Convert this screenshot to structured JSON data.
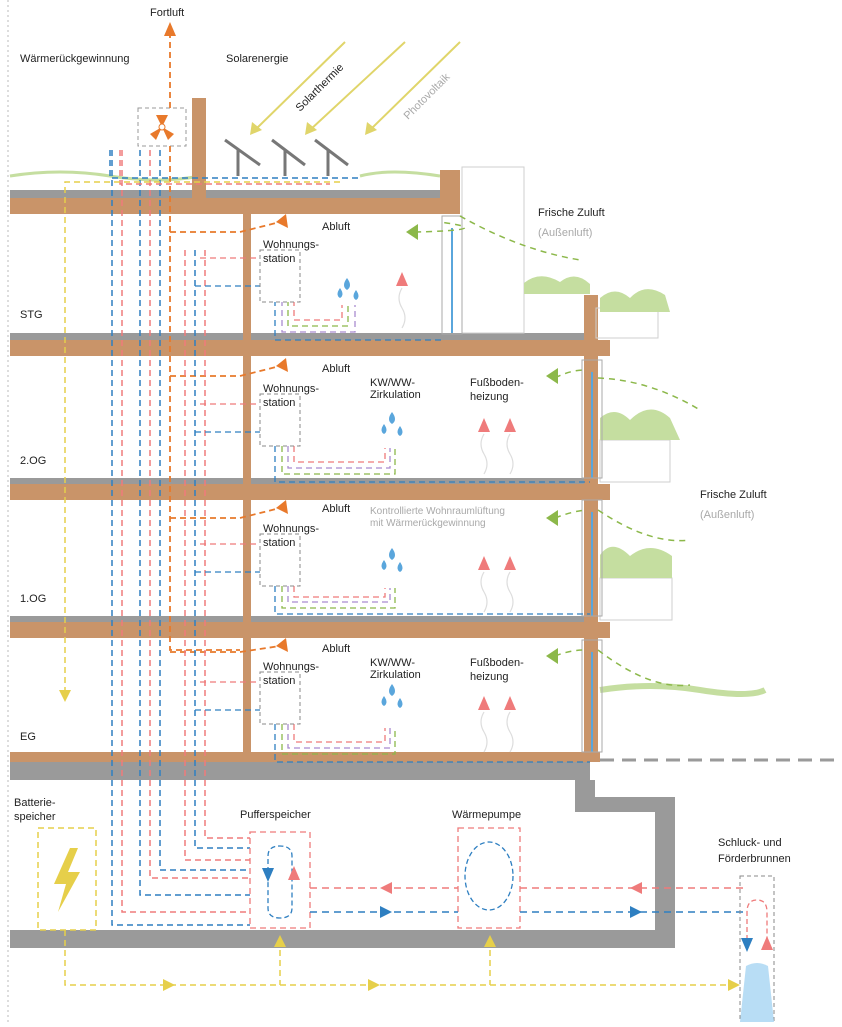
{
  "labels": {
    "fortluft": "Fortluft",
    "waermerueck": "Wärmerückgewinnung",
    "solarenergie": "Solarenergie",
    "solarthermie": "Solarthermie",
    "photovoltaik": "Photovoltaik",
    "frische_zuluft": "Frische Zuluft",
    "aussenluft": "(Außenluft)",
    "abluft": "Abluft",
    "wohnungs": "Wohnungs-",
    "station": "station",
    "kwww": "KW/WW-",
    "zirkulation": "Zirkulation",
    "fussboden": "Fußboden-",
    "heizung": "heizung",
    "kontrolliert1": "Kontrollierte Wohnraumlüftung",
    "kontrolliert2": "mit Wärmerückgewinnung",
    "batterie1": "Batterie-",
    "batterie2": "speicher",
    "pufferspeicher": "Pufferspeicher",
    "waermepumpe": "Wärmepumpe",
    "schluck1": "Schluck- und",
    "schluck2": "Förderbrunnen"
  },
  "floors": [
    "STG",
    "2.OG",
    "1.OG",
    "EG"
  ],
  "colors": {
    "wood": "#c99469",
    "concrete": "#9a9a9a",
    "orange": "#e8792b",
    "red": "#ef7b7b",
    "blue": "#2e7fc1",
    "lightblue": "#5aa6dc",
    "yellow": "#e6cf4a",
    "green": "#8cb84a",
    "purple": "#a98bd0",
    "grass": "#c5dea0"
  }
}
